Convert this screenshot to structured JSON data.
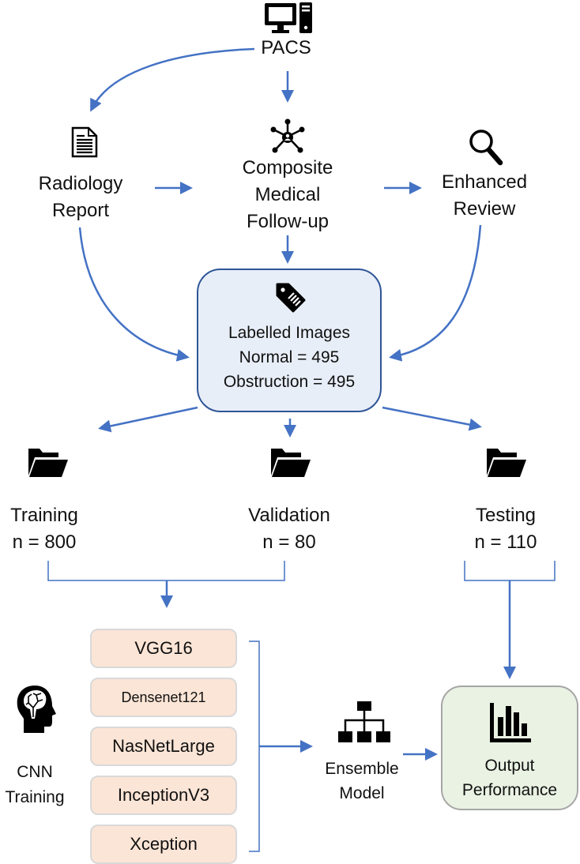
{
  "colors": {
    "arrow": "#4472c4",
    "labelled_box_fill": "#e8eef8",
    "labelled_box_border": "#2f5597",
    "model_box_fill": "#fbe5d6",
    "output_box_fill": "#e9f2e3",
    "icon": "#000000"
  },
  "nodes": {
    "pacs": {
      "label": "PACS",
      "icon": "computer-icon"
    },
    "radiology_report": {
      "lines": [
        "Radiology",
        "Report"
      ],
      "icon": "document-icon"
    },
    "composite_followup": {
      "lines": [
        "Composite",
        "Medical",
        "Follow-up"
      ],
      "icon": "network-icon"
    },
    "enhanced_review": {
      "lines": [
        "Enhanced",
        "Review"
      ],
      "icon": "magnifier-icon"
    },
    "labelled_images": {
      "lines": [
        "Labelled Images",
        "Normal = 495",
        "Obstruction = 495"
      ],
      "icon": "tag-icon"
    },
    "training": {
      "lines": [
        "Training",
        "n = 800"
      ],
      "icon": "folder-icon"
    },
    "validation": {
      "lines": [
        "Validation",
        "n = 80"
      ],
      "icon": "folder-icon"
    },
    "testing": {
      "lines": [
        "Testing",
        "n = 110"
      ],
      "icon": "folder-icon"
    },
    "cnn_training": {
      "lines": [
        "CNN",
        "Training"
      ],
      "icon": "brain-head-icon"
    },
    "models": [
      "VGG16",
      "Densenet121",
      "NasNetLarge",
      "InceptionV3",
      "Xception"
    ],
    "ensemble": {
      "lines": [
        "Ensemble",
        "Model"
      ],
      "icon": "hierarchy-icon"
    },
    "output": {
      "lines": [
        "Output",
        "Performance"
      ],
      "icon": "bar-chart-icon"
    }
  }
}
